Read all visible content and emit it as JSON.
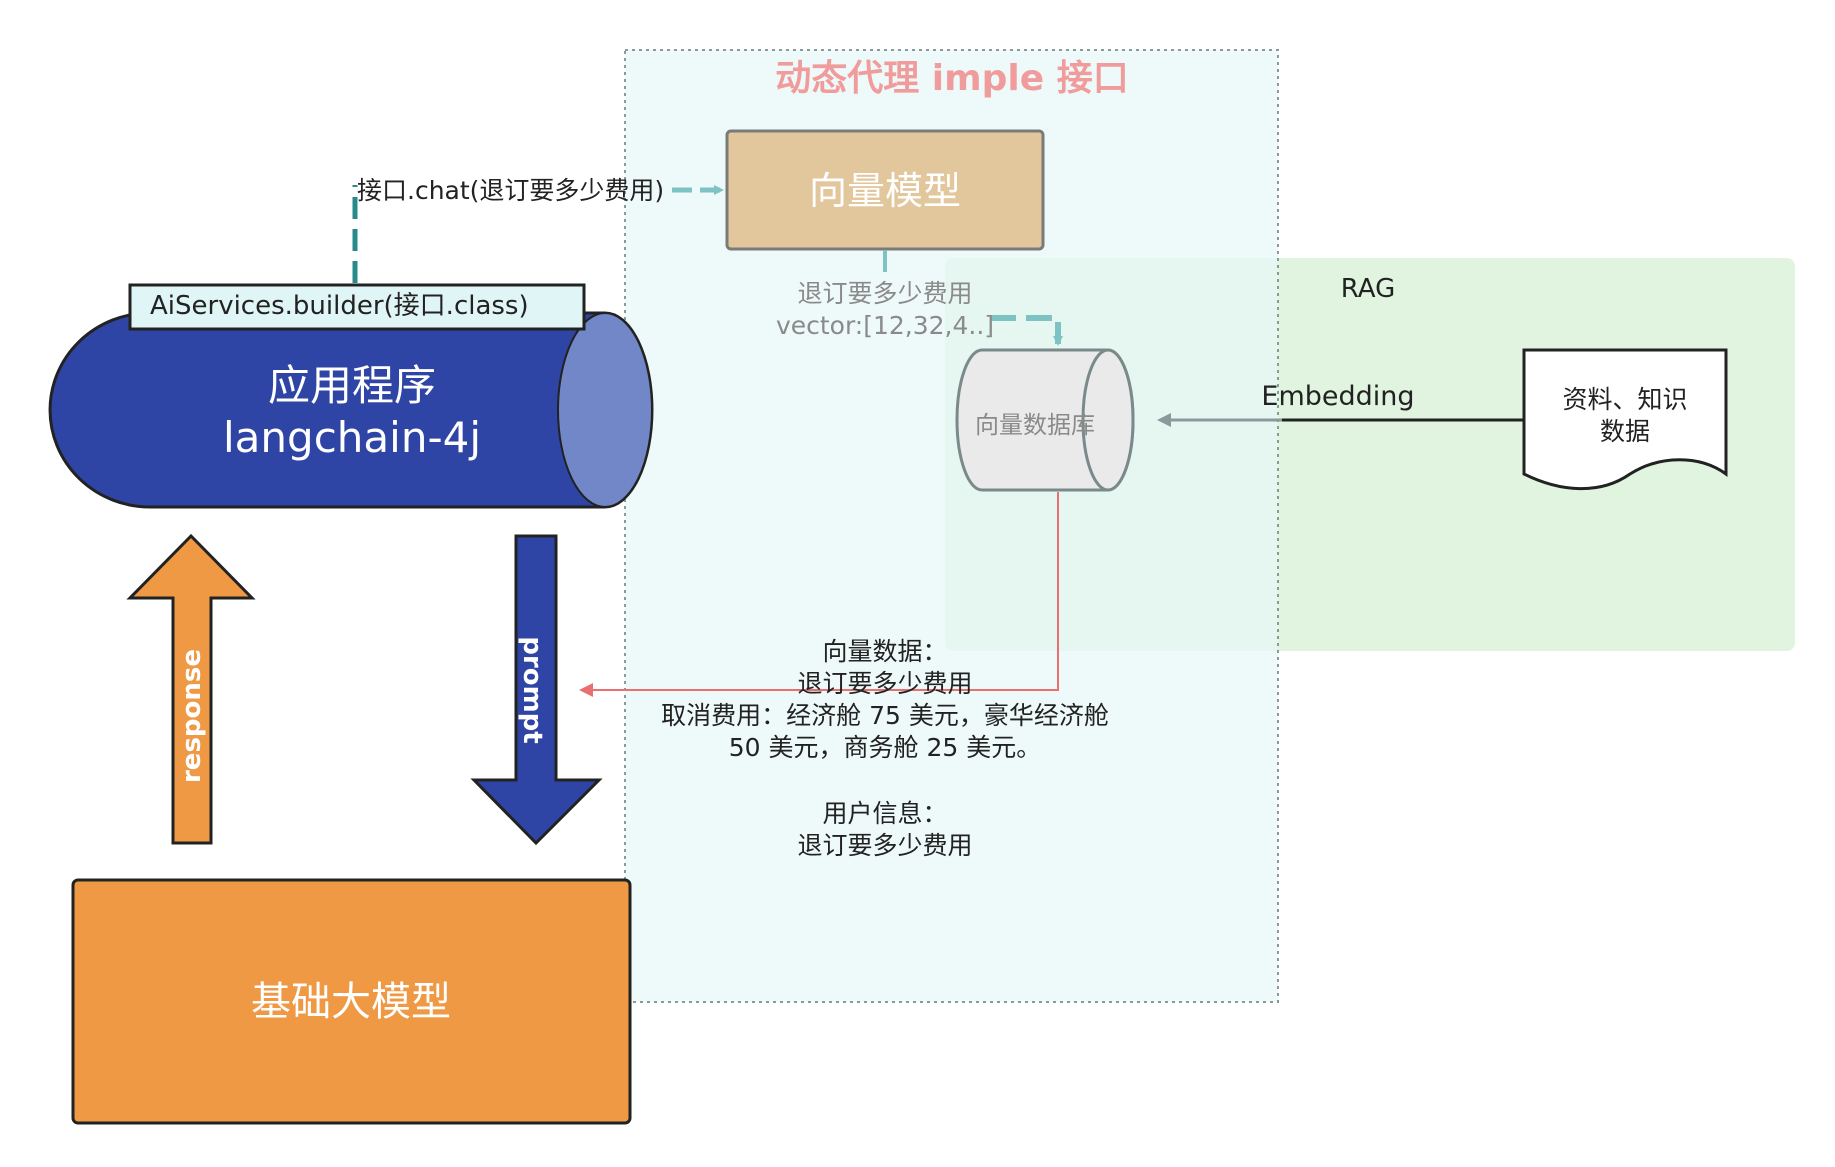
{
  "proxy_region": {
    "title": "动态代理 imple 接口",
    "colors": {
      "fill": "#e8f8f7",
      "border": "#8a9a9a",
      "title": "#f19c9c"
    }
  },
  "rag_region": {
    "label": "RAG",
    "colors": {
      "fill": "#ddf3dd"
    }
  },
  "app": {
    "builder_label": "AiServices.builder(接口.class)",
    "title_line1": "应用程序",
    "title_line2": "langchain-4j",
    "colors": {
      "fill": "#2f45a6",
      "builder_fill": "#e0f5f5"
    }
  },
  "vector_model": {
    "label": "向量模型",
    "colors": {
      "fill": "#e2c69c"
    }
  },
  "vector_db": {
    "label": "向量数据库",
    "colors": {
      "fill": "#eaeaea"
    }
  },
  "documents": {
    "line1": "资料、知识",
    "line2": "数据"
  },
  "base_model": {
    "label": "基础大模型",
    "colors": {
      "fill": "#ef9944"
    }
  },
  "arrows": {
    "chat_label": "接口.chat(退订要多少费用)",
    "vector_line1": "退订要多少费用",
    "vector_line2": "vector:[12,32,4..]",
    "embedding_label": "Embedding",
    "response_label": "response",
    "prompt_label": "prompt",
    "colors": {
      "teal": "#2a8a8a",
      "teal_light": "#7ec3c3",
      "red": "#e87070",
      "gray": "#8a9a9a",
      "response": "#ef9944",
      "prompt": "#2f45a6"
    }
  },
  "retrieved": {
    "line1": "向量数据：",
    "line2": "退订要多少费用",
    "line3": "取消费用：经济舱 75 美元，豪华经济舱",
    "line4": "50 美元，商务舱 25 美元。",
    "line5": "用户信息：",
    "line6": "退订要多少费用"
  }
}
